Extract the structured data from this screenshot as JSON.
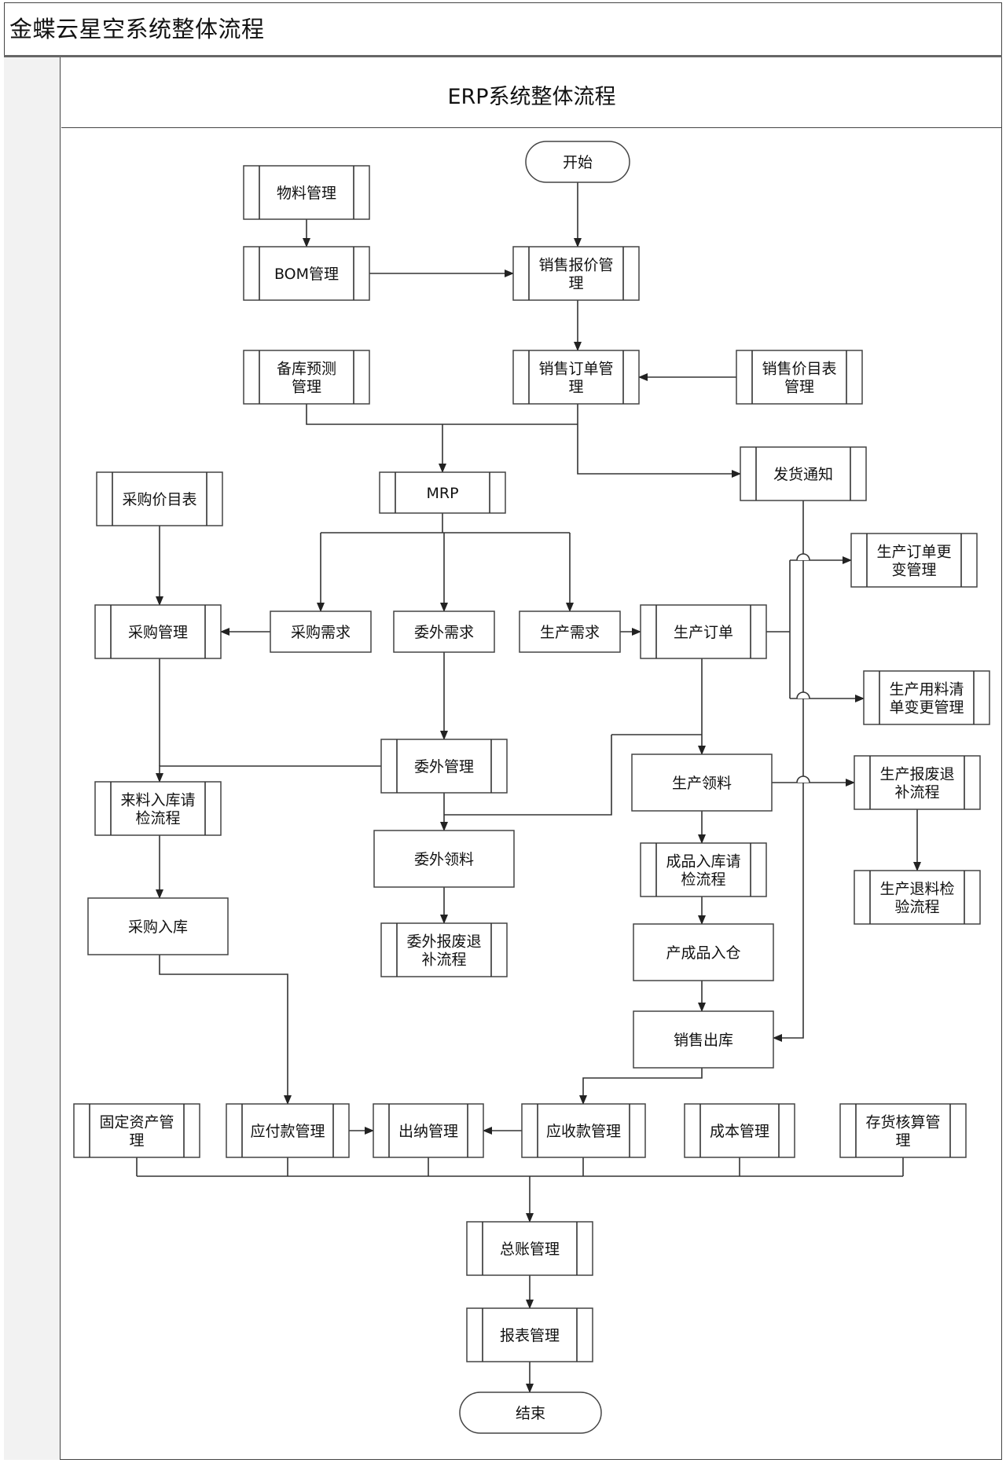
{
  "header": {
    "title": "金蝶云星空系统整体流程"
  },
  "lane": {
    "title": "ERP系统整体流程"
  },
  "nodes": {
    "start": "开始",
    "material": "物料管理",
    "bom": "BOM管理",
    "quote": [
      "销售报价管",
      "理"
    ],
    "forecast": [
      "备库预测",
      "管理"
    ],
    "order": [
      "销售订单管",
      "理"
    ],
    "pricelist": [
      "销售价目表",
      "管理"
    ],
    "mrp": "MRP",
    "delivery_notice": "发货通知",
    "purchase_pricelist": "采购价目表",
    "purchase_req": "采购需求",
    "outsource_req": "委外需求",
    "production_req": "生产需求",
    "purchase_mgmt": "采购管理",
    "production_order": "生产订单",
    "po_change": [
      "生产订单更",
      "变管理"
    ],
    "bom_change": [
      "生产用料清",
      "单变更管理"
    ],
    "outsource_mgmt": "委外管理",
    "incoming_inspect": [
      "来料入库请",
      "检流程"
    ],
    "production_issue": "生产领料",
    "scrap_return": [
      "生产报废退",
      "补流程"
    ],
    "outsource_issue": "委外领料",
    "product_inspect": [
      "成品入库请",
      "检流程"
    ],
    "return_inspect": [
      "生产退料检",
      "验流程"
    ],
    "purchase_in": "采购入库",
    "outsource_scrap": [
      "委外报废退",
      "补流程"
    ],
    "product_in": "产成品入仓",
    "sales_out": "销售出库",
    "fixed_assets": [
      "固定资产管",
      "理"
    ],
    "payable": "应付款管理",
    "cashier": "出纳管理",
    "receivable": "应收款管理",
    "cost": "成本管理",
    "inventory_calc": [
      "存货核算管",
      "理"
    ],
    "gl": "总账管理",
    "report": "报表管理",
    "end": "结束"
  }
}
